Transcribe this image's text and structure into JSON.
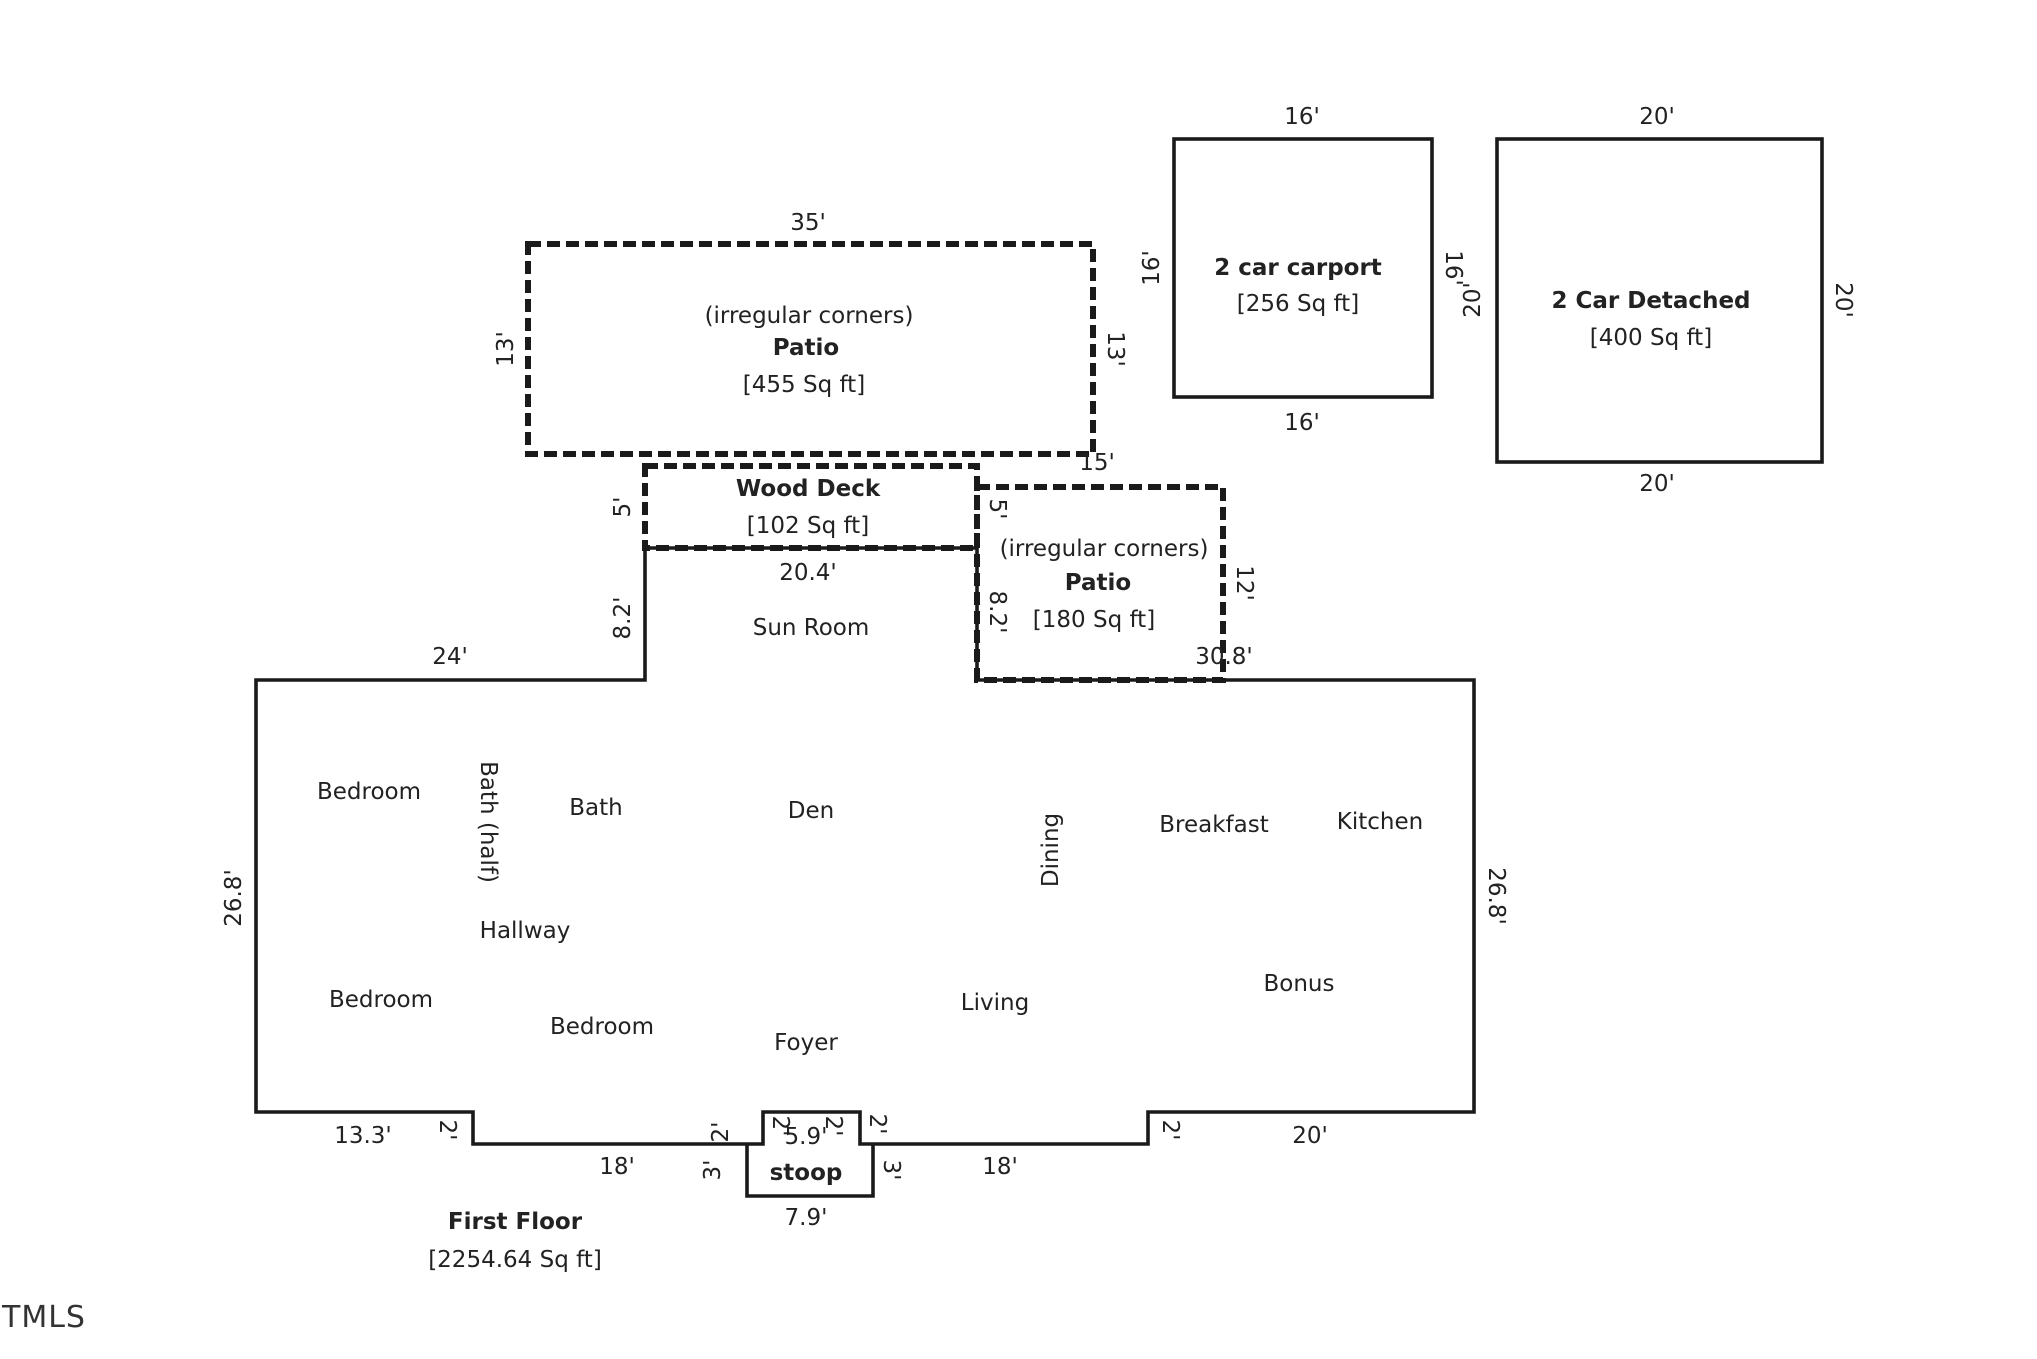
{
  "structures": {
    "main_house": {
      "title": "First Floor",
      "area": "[2254.64 Sq ft]",
      "rooms": {
        "sun_room": "Sun Room",
        "bedroom_1": "Bedroom",
        "bath_half": "Bath (half)",
        "bath": "Bath",
        "den": "Den",
        "dining": "Dining",
        "breakfast": "Breakfast",
        "kitchen": "Kitchen",
        "hallway": "Hallway",
        "bedroom_2": "Bedroom",
        "bedroom_3": "Bedroom",
        "living": "Living",
        "foyer": "Foyer",
        "bonus": "Bonus"
      },
      "dims": {
        "top_left": "24'",
        "sun_room_height": "8.2'",
        "top_right": "30.8'",
        "left": "26.8'",
        "right": "26.8'",
        "bottom_left": "13.3'",
        "step_left": "2'",
        "bottom_mid_left": "18'",
        "step_right": "2'",
        "bottom_mid_right": "18'",
        "bottom_right": "20'"
      }
    },
    "stoop": {
      "label": "stoop",
      "dims": {
        "width": "5.9'",
        "side_left": "2'",
        "side_right": "2'",
        "notch_left": "2'",
        "notch_right": "2'",
        "depth_left": "3'",
        "depth_right": "3'",
        "bottom": "7.9'"
      }
    },
    "patio_large": {
      "note": "(irregular corners)",
      "label": "Patio",
      "area": "[455 Sq ft]",
      "dims": {
        "top": "35'",
        "left": "13'",
        "right": "13'",
        "bottom": "15'"
      }
    },
    "wood_deck": {
      "label": "Wood Deck",
      "area": "[102 Sq ft]",
      "dims": {
        "left": "5'",
        "bottom": "20.4'"
      }
    },
    "patio_small": {
      "note": "(irregular corners)",
      "label": "Patio",
      "area": "[180 Sq ft]",
      "dims": {
        "left_top": "5'",
        "left_bottom": "8.2'",
        "right": "12'"
      }
    },
    "carport": {
      "label": "2 car carport",
      "area": "[256 Sq ft]",
      "dims": {
        "top": "16'",
        "left": "16'",
        "right": "16'",
        "bottom": "16'"
      }
    },
    "garage": {
      "label": "2 Car Detached",
      "area": "[400 Sq ft]",
      "dims": {
        "top": "20'",
        "left": "20'",
        "right": "20'",
        "bottom": "20'"
      }
    }
  },
  "watermark": "TMLS",
  "colors": {
    "line": "#1a1a1a",
    "text": "#222222",
    "background": "#ffffff"
  }
}
